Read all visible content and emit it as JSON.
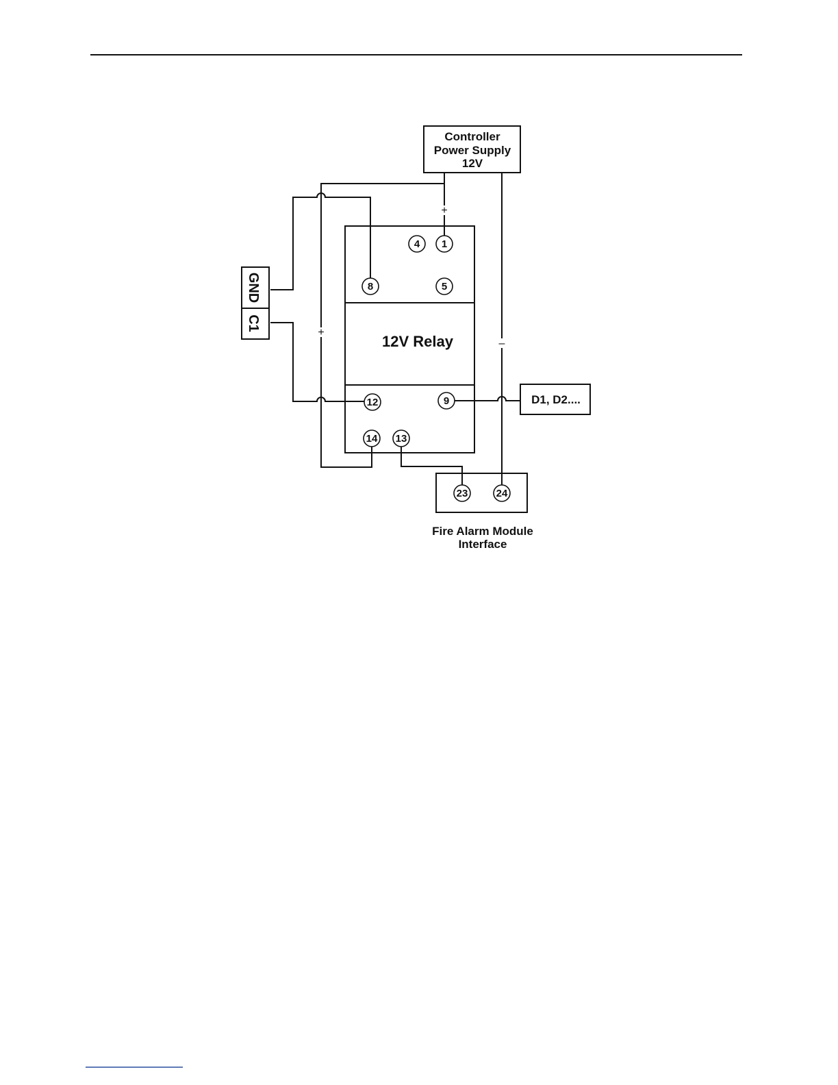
{
  "power_supply": {
    "line1": "Controller",
    "line2": "Power Supply",
    "line3": "12V"
  },
  "relay": {
    "label": "12V Relay"
  },
  "controller_terminals": {
    "gnd": "GND",
    "c1": "C1"
  },
  "output": {
    "label": "D1, D2...."
  },
  "fire_alarm": {
    "line1": "Fire Alarm Module",
    "line2": "Interface"
  },
  "terminals": {
    "t1": "1",
    "t4": "4",
    "t5": "5",
    "t8": "8",
    "t9": "9",
    "t12": "12",
    "t13": "13",
    "t14": "14",
    "t23": "23",
    "t24": "24"
  },
  "polarity": {
    "plus": "+",
    "minus": "–"
  }
}
